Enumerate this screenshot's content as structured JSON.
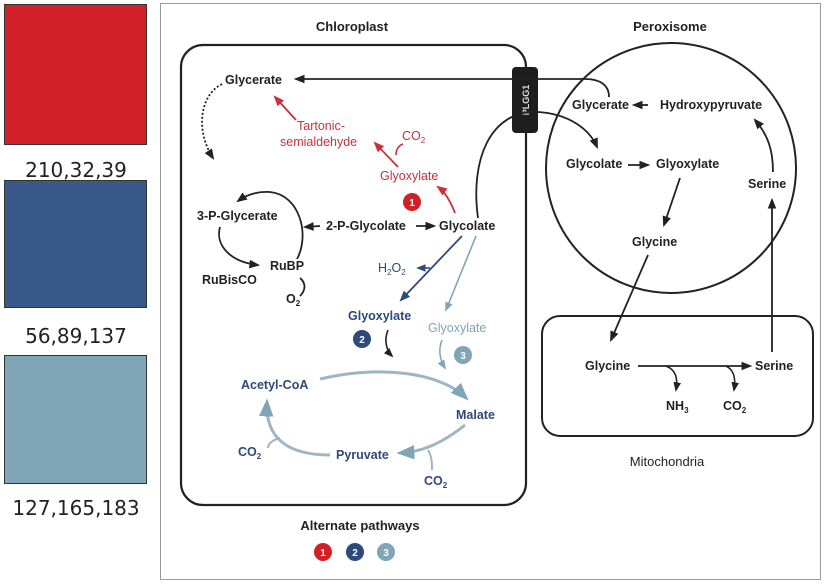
{
  "palette": [
    {
      "name": "red",
      "hex": "#d22027",
      "label": "210,32,39"
    },
    {
      "name": "dark-blue",
      "hex": "#385989",
      "label": "56,89,137"
    },
    {
      "name": "light-blue",
      "hex": "#7fa5b7",
      "label": "127,165,183"
    }
  ],
  "diagram": {
    "compartments": {
      "chloroplast": "Chloroplast",
      "peroxisome": "Peroxisome",
      "mitochondria": "Mitochondria"
    },
    "transporter": "PLGG1",
    "chloroplast": {
      "glycerate": "Glycerate",
      "tartonic1": "Tartonic-",
      "tartonic2": "semialdehyde",
      "co2_red": "CO",
      "glyoxylate_red": "Glyoxylate",
      "p3_glycerate": "3-P-Glycerate",
      "p2_glycolate": "2-P-Glycolate",
      "glycolate": "Glycolate",
      "rubp": "RuBP",
      "rubisco": "RuBisCO",
      "o2": "O",
      "h2o2": "H",
      "glyoxylate_dblue": "Glyoxylate",
      "glyoxylate_lblue": "Glyoxylate",
      "acetyl_coa": "Acetyl-CoA",
      "malate": "Malate",
      "pyruvate": "Pyruvate",
      "co2_left": "CO",
      "co2_bottom": "CO"
    },
    "peroxisome": {
      "glycerate": "Glycerate",
      "hydroxypyruvate": "Hydroxypyruvate",
      "glycolate": "Glycolate",
      "glyoxylate": "Glyoxylate",
      "glycine": "Glycine",
      "serine": "Serine"
    },
    "mitochondria": {
      "glycine": "Glycine",
      "serine": "Serine",
      "nh3": "NH",
      "co2": "CO"
    },
    "badges": [
      "1",
      "2",
      "3"
    ],
    "legend": {
      "title": "Alternate pathways",
      "items": [
        "1",
        "2",
        "3"
      ]
    }
  }
}
